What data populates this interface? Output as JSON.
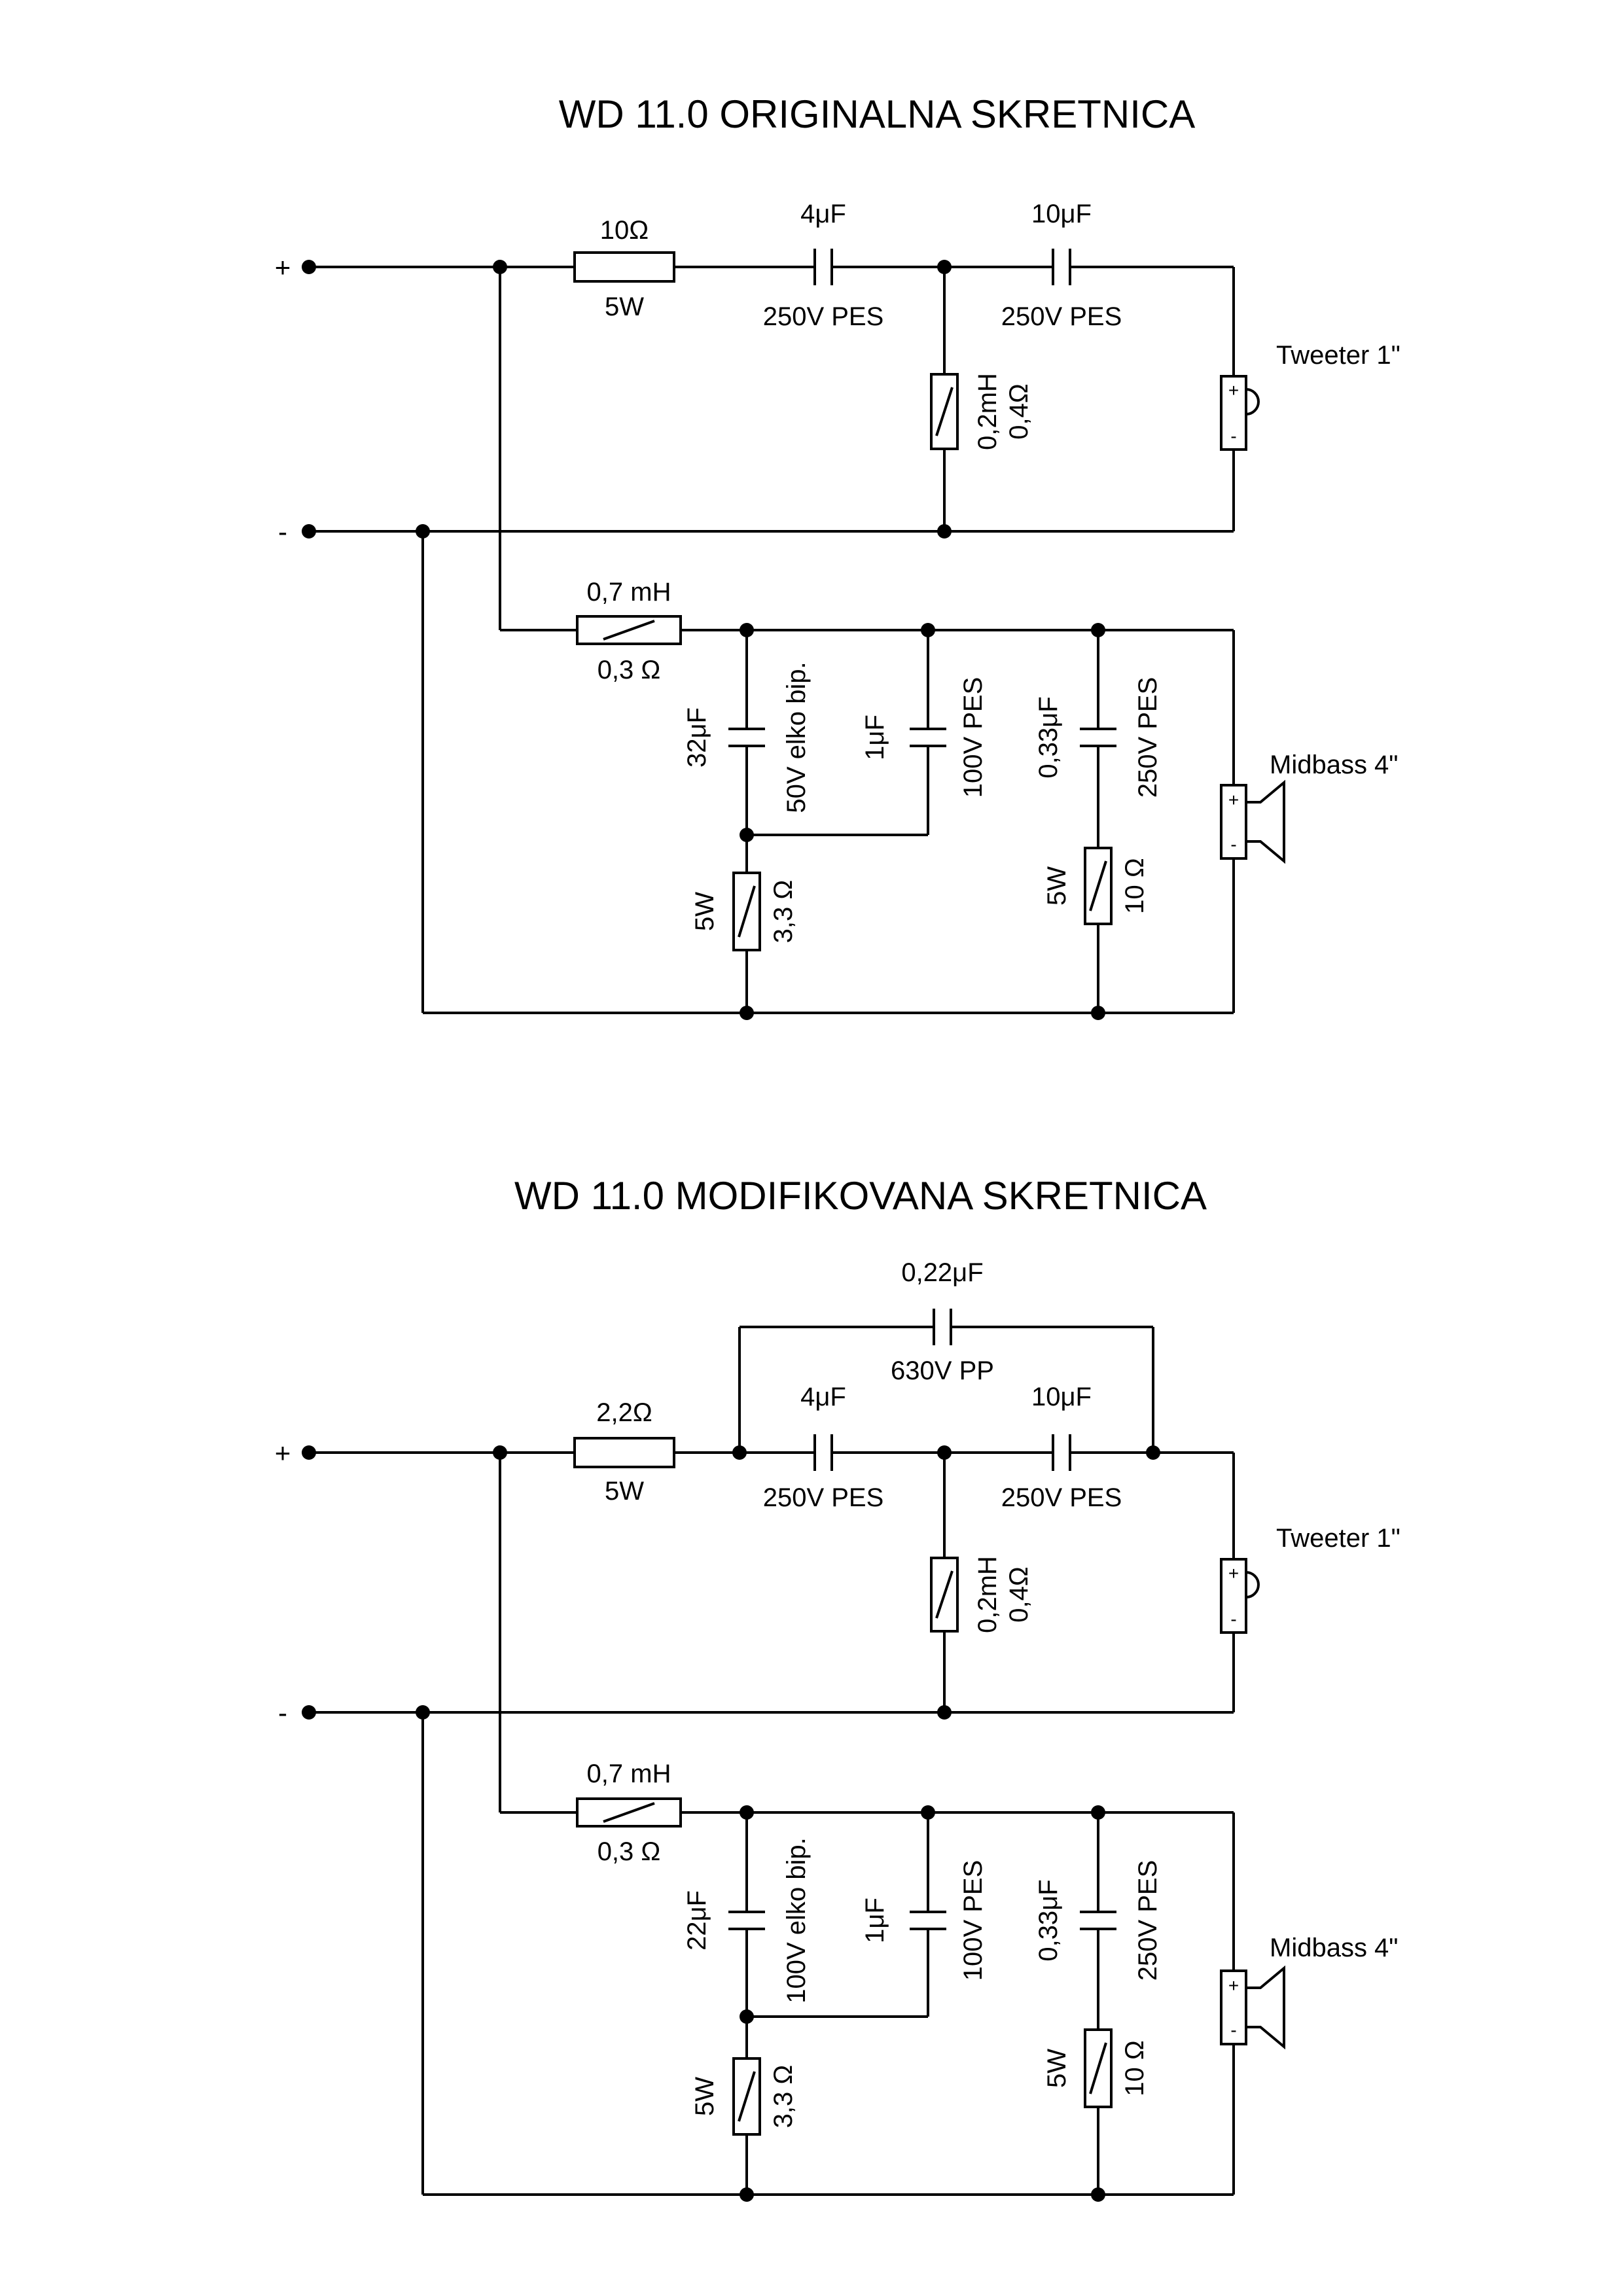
{
  "original": {
    "title": "WD 11.0 ORIGINALNA SKRETNICA",
    "plus": "+",
    "minus": "-",
    "r_series": {
      "value": "10Ω",
      "power": "5W"
    },
    "c1": {
      "value": "4μF",
      "rating": "250V PES"
    },
    "c2": {
      "value": "10μF",
      "rating": "250V PES"
    },
    "l_tweeter": {
      "value": "0,2mH",
      "resistance": "0,4Ω"
    },
    "tweeter": {
      "label": "Tweeter 1\"",
      "plus": "+",
      "minus": "-"
    },
    "l_mid": {
      "value": "0,7 mH",
      "resistance": "0,3 Ω"
    },
    "c_elko": {
      "value": "32μF",
      "rating": "50V elko bip."
    },
    "c_1u": {
      "value": "1μF",
      "rating": "100V PES"
    },
    "c_033": {
      "value": "0,33μF",
      "rating": "250V PES"
    },
    "r_33": {
      "power": "5W",
      "value": "3,3 Ω"
    },
    "r_10": {
      "power": "5W",
      "value": "10 Ω"
    },
    "midbass": {
      "label": "Midbass 4\"",
      "plus": "+",
      "minus": "-"
    }
  },
  "modified": {
    "title": "WD 11.0 MODIFIKOVANA SKRETNICA",
    "plus": "+",
    "minus": "-",
    "c_bypass": {
      "value": "0,22μF",
      "rating": "630V PP"
    },
    "r_series": {
      "value": "2,2Ω",
      "power": "5W"
    },
    "c1": {
      "value": "4μF",
      "rating": "250V PES"
    },
    "c2": {
      "value": "10μF",
      "rating": "250V PES"
    },
    "l_tweeter": {
      "value": "0,2mH",
      "resistance": "0,4Ω"
    },
    "tweeter": {
      "label": "Tweeter 1\"",
      "plus": "+",
      "minus": "-"
    },
    "l_mid": {
      "value": "0,7 mH",
      "resistance": "0,3 Ω"
    },
    "c_elko": {
      "value": "22μF",
      "rating": "100V elko bip."
    },
    "c_1u": {
      "value": "1μF",
      "rating": "100V PES"
    },
    "c_033": {
      "value": "0,33μF",
      "rating": "250V PES"
    },
    "r_33": {
      "power": "5W",
      "value": "3,3 Ω"
    },
    "r_10": {
      "power": "5W",
      "value": "10 Ω"
    },
    "midbass": {
      "label": "Midbass 4\"",
      "plus": "+",
      "minus": "-"
    }
  }
}
